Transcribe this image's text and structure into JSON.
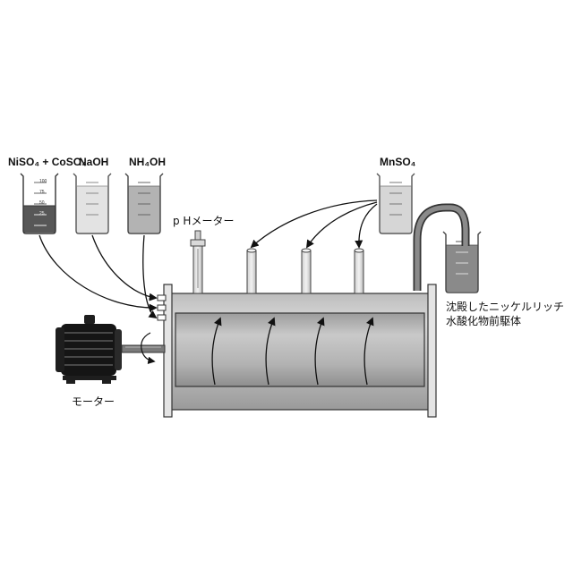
{
  "labels": {
    "beaker_niso4_coso4": "NiSO₄ + CoSO₄",
    "beaker_naoh": "NaOH",
    "beaker_nh4oh": "NH₄OH",
    "beaker_mnso4": "MnSO₄",
    "ph_meter": "p Hメーター",
    "motor": "モーター",
    "product_line1": "沈殿したニッケルリッチ",
    "product_line2": "水酸化物前駆体"
  },
  "beaker_tick_labels": [
    "100",
    "75",
    "50",
    "25"
  ],
  "colors": {
    "liquid_niso4": "#575757",
    "liquid_naoh": "#e3e3e3",
    "liquid_nh4oh": "#b3b3b3",
    "liquid_mnso4": "#d6d6d6",
    "liquid_product": "#8a8a8a",
    "reactor_body": "#c7c7c7",
    "reactor_inner": "#a9a9a9",
    "motor": "#151515",
    "arrow": "#111111"
  }
}
